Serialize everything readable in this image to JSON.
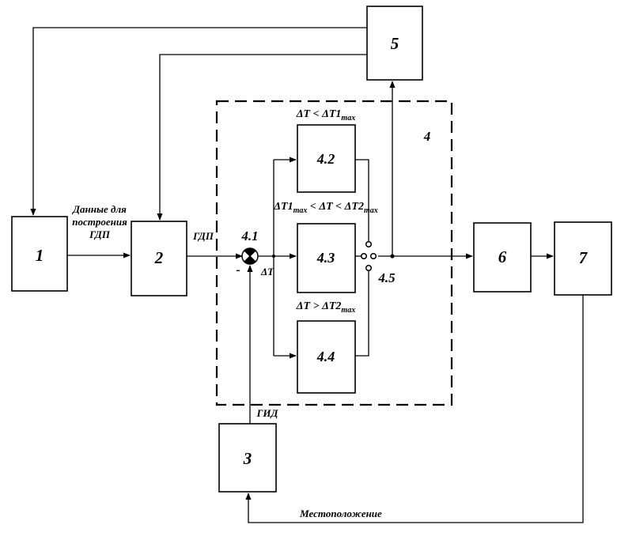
{
  "blocks": {
    "b1": "1",
    "b2": "2",
    "b3": "3",
    "b5": "5",
    "b6": "6",
    "b7": "7",
    "b42": "4.2",
    "b43": "4.3",
    "b44": "4.4",
    "b4": "4"
  },
  "nodes": {
    "summer": "4.1",
    "switch": "4.5",
    "minus": "-"
  },
  "edge_labels": {
    "data_line1": "Данные для",
    "data_line2": "построения",
    "data_line3": "ГДП",
    "gdp": "ГДП",
    "gid": "ГИД",
    "delta_t": "ΔT",
    "location": "Местоположение"
  },
  "conditions": {
    "c1": {
      "pre": "ΔT < ΔT1",
      "sub": "max"
    },
    "c2": {
      "pre": "ΔT1",
      "sub1": "max",
      "mid": " < ΔT < ΔT2",
      "sub2": "max"
    },
    "c3": {
      "pre": "ΔT > ΔT2",
      "sub": "max"
    }
  }
}
